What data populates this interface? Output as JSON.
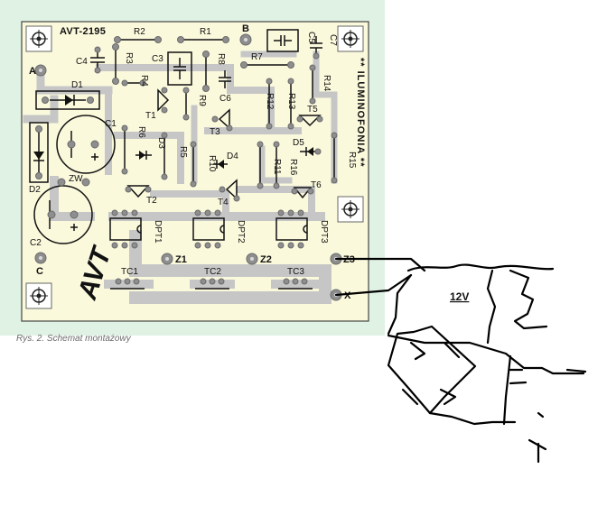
{
  "board": {
    "title": "AVT-2195",
    "side_label": "** ILUMINOFONIA **",
    "logo": "AVT",
    "caption": "Rys. 2. Schemat montażowy"
  },
  "components": {
    "resistors": [
      "R1",
      "R2",
      "R3",
      "R4",
      "R5",
      "R6",
      "R7",
      "R8",
      "R9",
      "R10",
      "R11",
      "R12",
      "R13",
      "R14",
      "R15",
      "R16"
    ],
    "capacitors": [
      "C1",
      "C2",
      "C3",
      "C4",
      "C5",
      "C6",
      "C7"
    ],
    "transistors": [
      "T1",
      "T2",
      "T3",
      "T4",
      "T5",
      "T6"
    ],
    "diodes": [
      "D1",
      "D2",
      "D3",
      "D4",
      "D5"
    ],
    "optotriacs": [
      "DPT1",
      "DPT2",
      "DPT3"
    ],
    "triacs": [
      "TC1",
      "TC2",
      "TC3"
    ],
    "other": [
      "ZW"
    ]
  },
  "terminals": {
    "A": "A",
    "B": "B",
    "C": "C",
    "Z1": "Z1",
    "Z2": "Z2",
    "Z3": "Z3",
    "X": "X"
  },
  "handwritten": {
    "voltage": "12V"
  },
  "colors": {
    "background": "#dff2e4",
    "board": "#fbf9dc",
    "track": "#c6c6c6",
    "pad": "#8e8e8e",
    "ink": "#111111"
  }
}
